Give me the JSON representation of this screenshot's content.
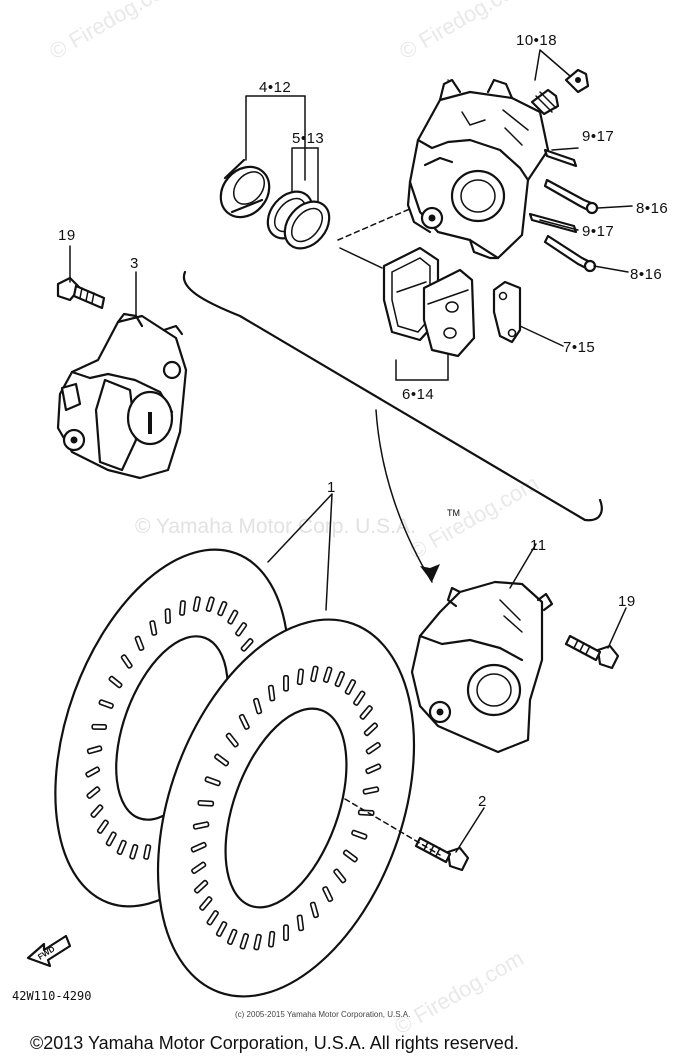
{
  "watermarks": {
    "firedog": "© Firedog.com",
    "yamaha": "© Yamaha Motor Corp. U.S.A.",
    "tm": "TM"
  },
  "part_labels": {
    "p10_18": "10•18",
    "p4_12": "4•12",
    "p5_13": "5•13",
    "p9_17_a": "9•17",
    "p8_16_a": "8•16",
    "p9_17_b": "9•17",
    "p8_16_b": "8•16",
    "p19_left": "19",
    "p3": "3",
    "p7_15": "7•15",
    "p6_14": "6•14",
    "p1": "1",
    "p11": "11",
    "p19_right": "19",
    "p2": "2"
  },
  "fwd_label": "FWD",
  "diagram_code": "42W110-4290",
  "small_copyright": "(c) 2005-2015 Yamaha Motor Corporation, U.S.A.",
  "footer_copyright": "©2013 Yamaha Motor Corporation, U.S.A. All rights reserved."
}
